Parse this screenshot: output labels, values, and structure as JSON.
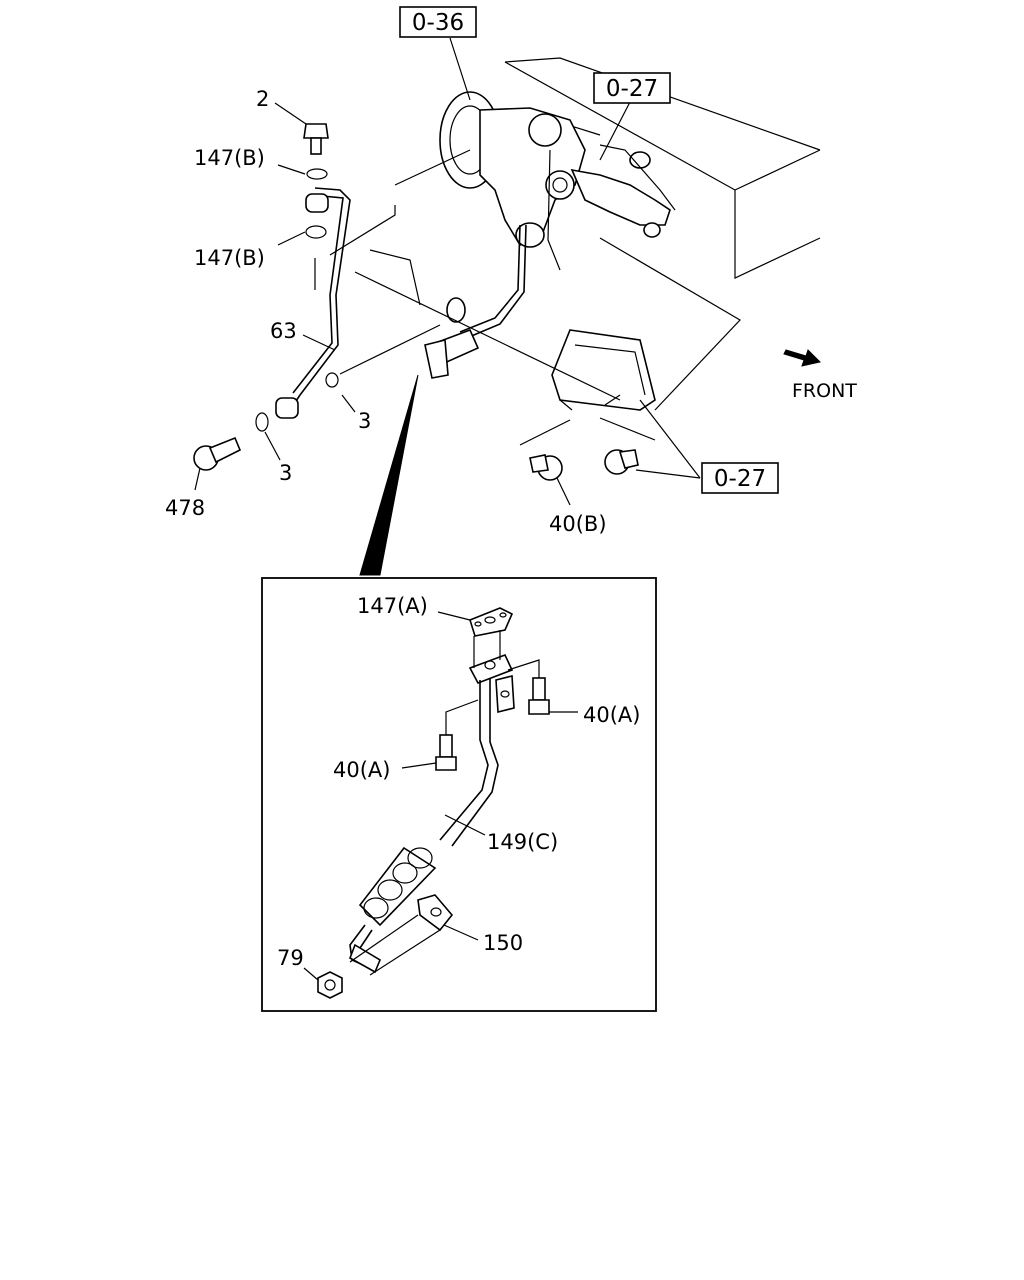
{
  "labels": {
    "ref_top": "0-36",
    "ref_upper": "0-27",
    "ref_lower": "0-27",
    "front": "FRONT",
    "p2": "2",
    "p147b_1": "147(B)",
    "p147b_2": "147(B)",
    "p63": "63",
    "p3_1": "3",
    "p3_2": "3",
    "p478": "478",
    "p40b": "40(B)",
    "p147a": "147(A)",
    "p40a_1": "40(A)",
    "p40a_2": "40(A)",
    "p149c": "149(C)",
    "p150": "150",
    "p79": "79"
  }
}
